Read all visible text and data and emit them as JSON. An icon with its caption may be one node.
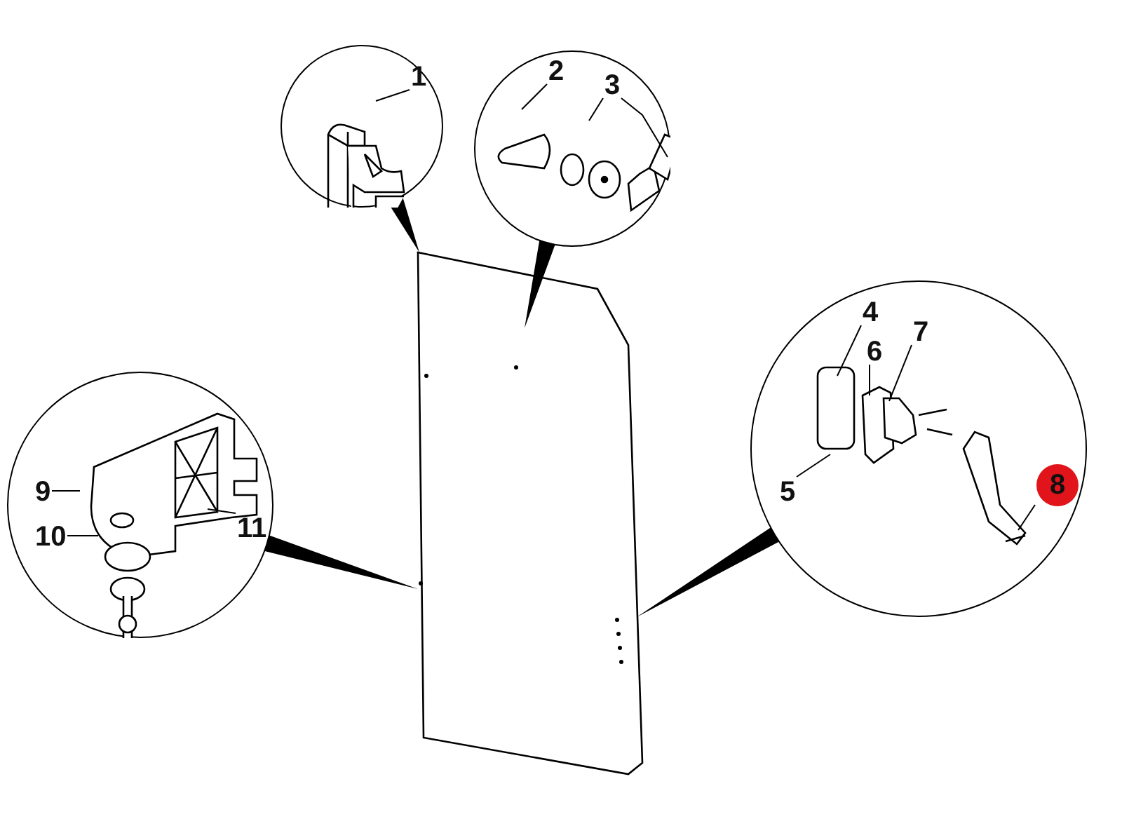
{
  "diagram": {
    "nodes": [
      {
        "text": [],
        "shape": "circle"
      },
      {
        "text": [
          "1"
        ],
        "in": 0
      },
      {
        "text": [],
        "shape": "circle"
      },
      {
        "text": [
          "2"
        ],
        "in": 2
      },
      {
        "text": [
          "3"
        ],
        "in": 2
      },
      {
        "text": [],
        "shape": "circle"
      },
      {
        "text": [
          "4"
        ],
        "in": 5
      },
      {
        "text": [
          "5"
        ],
        "in": 5
      },
      {
        "text": [
          "6"
        ],
        "in": 5
      },
      {
        "text": [
          "7"
        ],
        "in": 5
      },
      {
        "text": [
          "8"
        ],
        "in": 5
      },
      {
        "text": [],
        "shape": "circle"
      },
      {
        "text": [
          "9"
        ],
        "in": 11
      },
      {
        "text": [
          "10"
        ],
        "in": 11
      },
      {
        "text": [
          "11"
        ],
        "in": 11
      },
      {
        "text": [],
        "shape": "picture"
      }
    ],
    "edges": [
      {
        "from": 0,
        "to": 15,
        "arrow": "none"
      },
      {
        "from": 2,
        "to": 15,
        "arrow": "none"
      },
      {
        "from": 5,
        "to": 15,
        "arrow": "none"
      },
      {
        "from": 11,
        "to": 15,
        "arrow": "none"
      },
      {
        "from": 1,
        "to": null,
        "arrow": "none"
      },
      {
        "from": 3,
        "to": null,
        "arrow": "none"
      },
      {
        "from": 4,
        "to": null,
        "arrow": "none"
      },
      {
        "from": 4,
        "to": null,
        "arrow": "none"
      },
      {
        "from": 6,
        "to": null,
        "arrow": "none"
      },
      {
        "from": 7,
        "to": null,
        "arrow": "none"
      },
      {
        "from": 8,
        "to": null,
        "arrow": "none"
      },
      {
        "from": 9,
        "to": null,
        "arrow": "none"
      },
      {
        "from": 10,
        "to": null,
        "arrow": "none"
      },
      {
        "from": 12,
        "to": null,
        "arrow": "none"
      },
      {
        "from": 13,
        "to": null,
        "arrow": "none"
      },
      {
        "from": 14,
        "to": null,
        "arrow": "none"
      }
    ]
  }
}
